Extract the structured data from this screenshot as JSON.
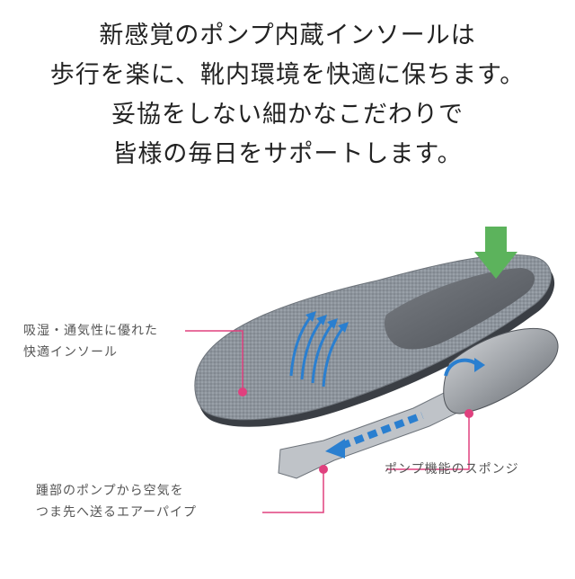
{
  "headline": {
    "lines": [
      "新感覚のポンプ内蔵インソールは",
      "歩行を楽に、靴内環境を快適に保ちます。",
      "妥協をしない細かなこだわりで",
      "皆様の毎日をサポートします。"
    ]
  },
  "labels": {
    "insole": [
      "吸湿・通気性に優れた",
      "快適インソール"
    ],
    "pipe": [
      "踵部のポンプから空気を",
      "つま先へ送るエアーパイプ"
    ],
    "sponge": "ポンプ機能のスポンジ"
  },
  "colors": {
    "leader": "#e0407e",
    "arrow_green": "#5cb35c",
    "arrow_blue": "#2a7fd0"
  },
  "icons": [
    "down-arrow-icon",
    "airflow-arrow-icon",
    "pipe-arrow-icon",
    "circular-arrow-icon"
  ]
}
